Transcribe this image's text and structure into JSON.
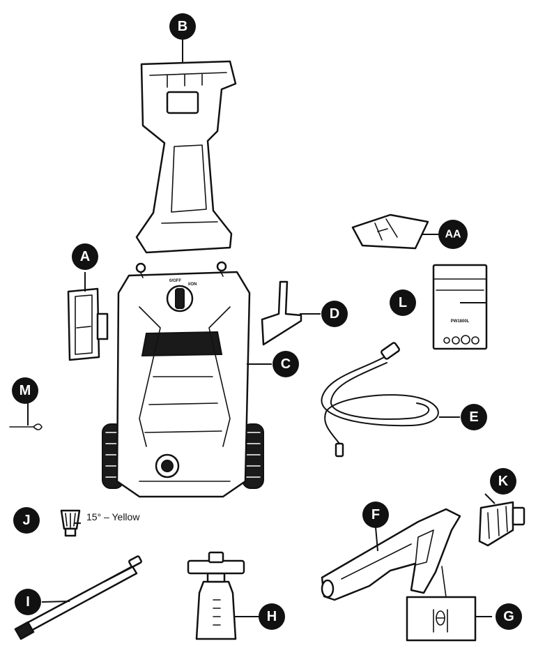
{
  "labels": {
    "A": "A",
    "B": "B",
    "C": "C",
    "D": "D",
    "E": "E",
    "F": "F",
    "G": "G",
    "H": "H",
    "I": "I",
    "J": "J",
    "K": "K",
    "L": "L",
    "M": "M",
    "AA": "AA"
  },
  "captions": {
    "j_nozzle": "15° – Yellow"
  },
  "dial_text": {
    "off": "0/OFF",
    "on": "I/ON"
  },
  "kit_text": "PW1800L"
}
